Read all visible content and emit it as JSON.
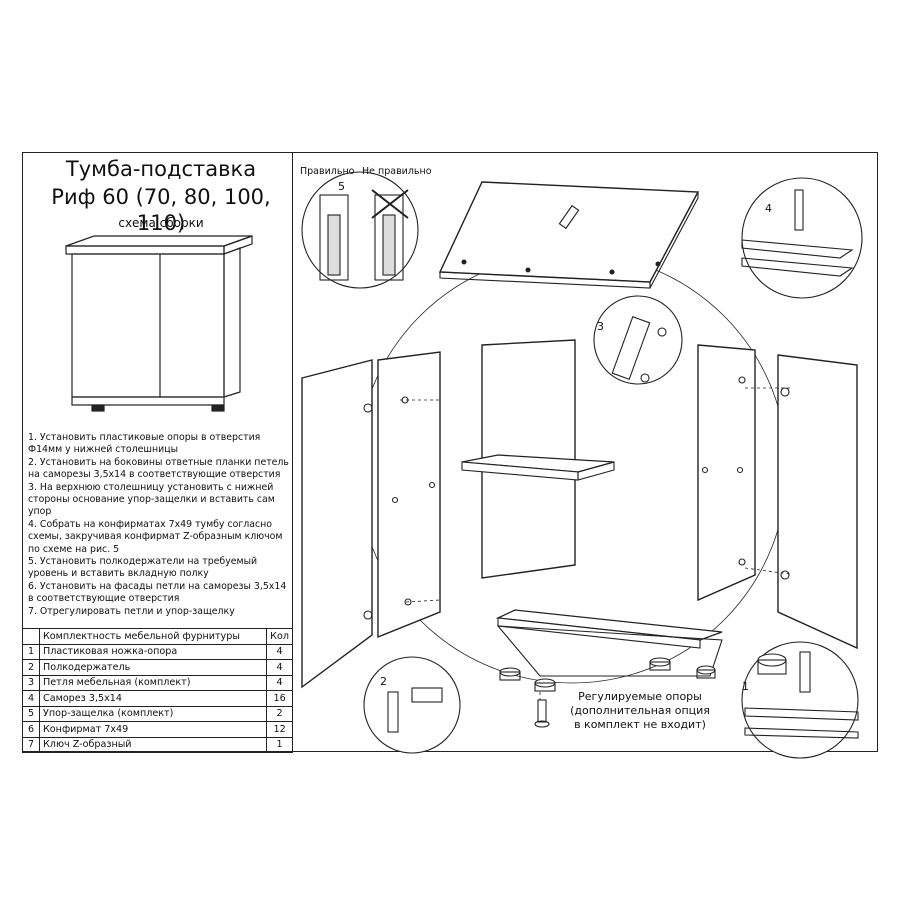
{
  "title_line1": "Тумба-подставка",
  "title_line2": "Риф 60 (70, 80, 100, 110)",
  "subtitle": "схема сборки",
  "steps": [
    "1. Установить пластиковые опоры в отверстия Ф14мм у нижней столешницы",
    "2. Установить на боковины ответные планки петель на саморезы 3,5х14 в соответствующие отверстия",
    "3. На верхнюю столешницу установить с нижней стороны основание упор-защелки и вставить сам упор",
    "4. Собрать на конфирматах 7х49 тумбу согласно схемы, закручивая конфирмат Z-образным ключом по схеме на рис. 5",
    "5. Установить полкодержатели на требуемый уровень и вставить вкладную полку",
    "6. Установить на фасады петли на саморезы 3,5х14 в соответствующие отверстия",
    "7. Отрегулировать петли и упор-защелку"
  ],
  "kit": {
    "header_name": "Комплектность мебельной фурнитуры",
    "header_qty": "Кол",
    "rows": [
      {
        "n": "1",
        "name": "Пластиковая ножка-опора",
        "qty": "4"
      },
      {
        "n": "2",
        "name": "Полкодержатель",
        "qty": "4"
      },
      {
        "n": "3",
        "name": "Петля мебельная (комплект)",
        "qty": "4"
      },
      {
        "n": "4",
        "name": "Саморез 3,5х14",
        "qty": "16"
      },
      {
        "n": "5",
        "name": "Упор-защелка (комплект)",
        "qty": "2"
      },
      {
        "n": "6",
        "name": "Конфирмат 7х49",
        "qty": "12"
      },
      {
        "n": "7",
        "name": "Ключ Z-образный",
        "qty": "1"
      }
    ]
  },
  "labels": {
    "correct": "Правильно",
    "incorrect": "Не правильно",
    "c1": "1",
    "c2": "2",
    "c3": "3",
    "c4": "4",
    "c5": "5"
  },
  "optional_note": {
    "line1": "Регулируемые опоры",
    "line2": "(дополнительная опция",
    "line3": "в комплект не входит)"
  }
}
